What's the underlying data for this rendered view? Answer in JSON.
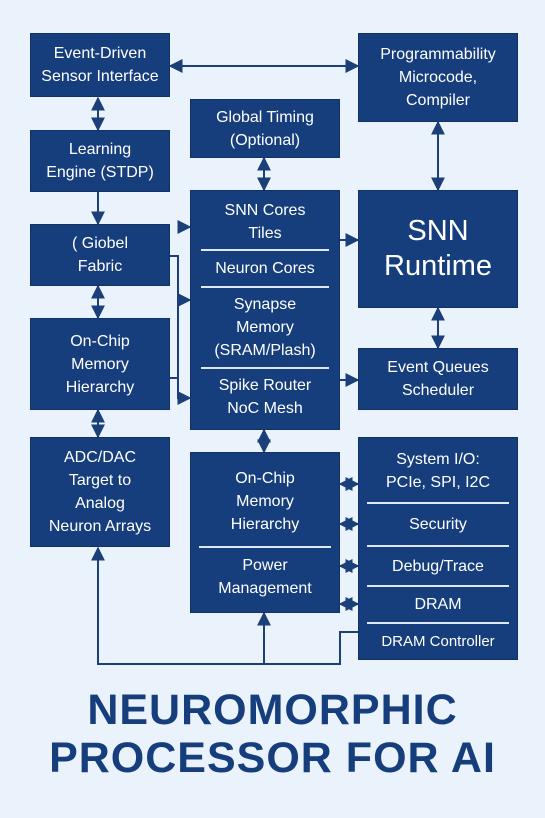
{
  "diagram": {
    "boxes": {
      "event_sensor": "Event-Driven\nSensor Interface",
      "learning": "Learning\nEngine (STDP)",
      "fabric": "( Giobel\nFabric",
      "onchip_left": "On-Chip\nMemory\nHierarchy",
      "adc": "ADC/DAC\nTarget to\nAnalog\nNeuron Arrays",
      "global_timing": "Global Timing\n(Optional)",
      "snn_cores": {
        "tiles": "SNN Cores\nTiles",
        "neuron": "Neuron Cores",
        "synapse": "Synapse\nMemory\n(SRAM/Plash)",
        "router": "Spike Router\nNoC Mesh"
      },
      "onchip_mid": "On-Chip\nMemory\nHierarchy",
      "power": "Power\nManagement",
      "programmability": "Programmability\nMicrocode,\nCompiler",
      "runtime": "SNN\nRuntime",
      "event_queues": "Event Queues\nScheduler",
      "sysio": {
        "io": "System I/O:\nPCIe, SPI, I2C",
        "security": "Security",
        "debug": "Debug/Trace",
        "dram": "DRAM",
        "dram_ctrl": "DRAM Controller"
      }
    }
  },
  "title": {
    "line1": "NEUROMORPHIC",
    "line2": "PROCESSOR FOR AI"
  },
  "colors": {
    "box": "#173e7c",
    "background": "#eaf3fb",
    "line": "#1b3f78"
  }
}
